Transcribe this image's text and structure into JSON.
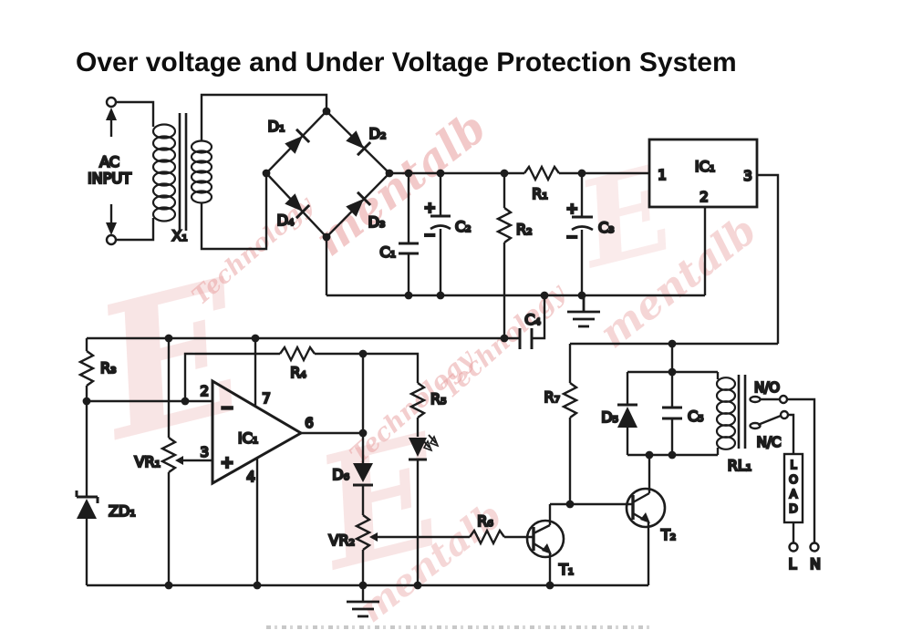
{
  "title": "Over voltage and Under Voltage Protection System",
  "watermark": {
    "brand": "Technology",
    "script_fragment": "mentalb",
    "initial": "E"
  },
  "labels": {
    "ac1": "AC",
    "ac2": "INPUT",
    "x1": "X₁",
    "d1": "D₁",
    "d2": "D₂",
    "d3": "D₃",
    "d4": "D₄",
    "d5": "D₅",
    "d6": "D₆",
    "c1": "C₁",
    "c2": "C₂",
    "c3": "C₃",
    "c4": "C₄",
    "c5": "C₅",
    "r1": "R₁",
    "r2": "R₂",
    "r3": "R₃",
    "r4": "R₄",
    "r5": "R₅",
    "r6": "R₆",
    "r7": "R₇",
    "vr1": "VR₁",
    "vr2": "VR₂",
    "zd1": "ZD₁",
    "t1": "T₁",
    "t2": "T₂",
    "rl1": "RL₁",
    "reg_name": "IC₁",
    "reg_pin1": "1",
    "reg_pin2": "2",
    "reg_pin3": "3",
    "oa_name": "IC₁",
    "oa_pin2": "2",
    "oa_pin3": "3",
    "oa_pin4": "4",
    "oa_pin6": "6",
    "oa_pin7": "7",
    "oa_minus": "−",
    "oa_plus": "+",
    "plus": "+",
    "minus": "−",
    "no": "N/O",
    "nc": "N/C",
    "load0": "L",
    "load1": "O",
    "load2": "A",
    "load3": "D",
    "live": "L",
    "neutral": "N"
  }
}
